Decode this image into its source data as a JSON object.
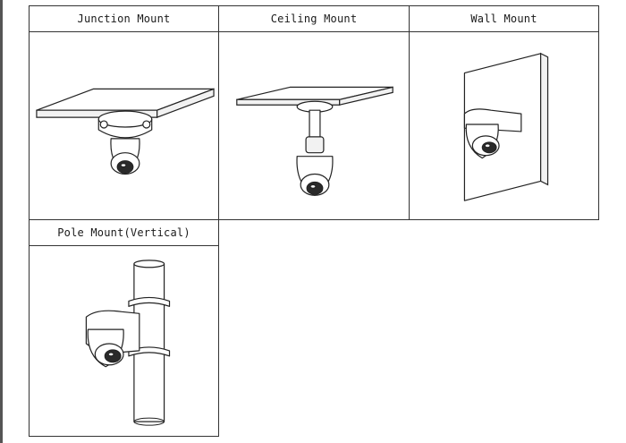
{
  "mounts": [
    {
      "label": "Junction Mount"
    },
    {
      "label": "Ceiling Mount"
    },
    {
      "label": "Wall Mount"
    },
    {
      "label": "Pole Mount(Vertical)"
    }
  ]
}
